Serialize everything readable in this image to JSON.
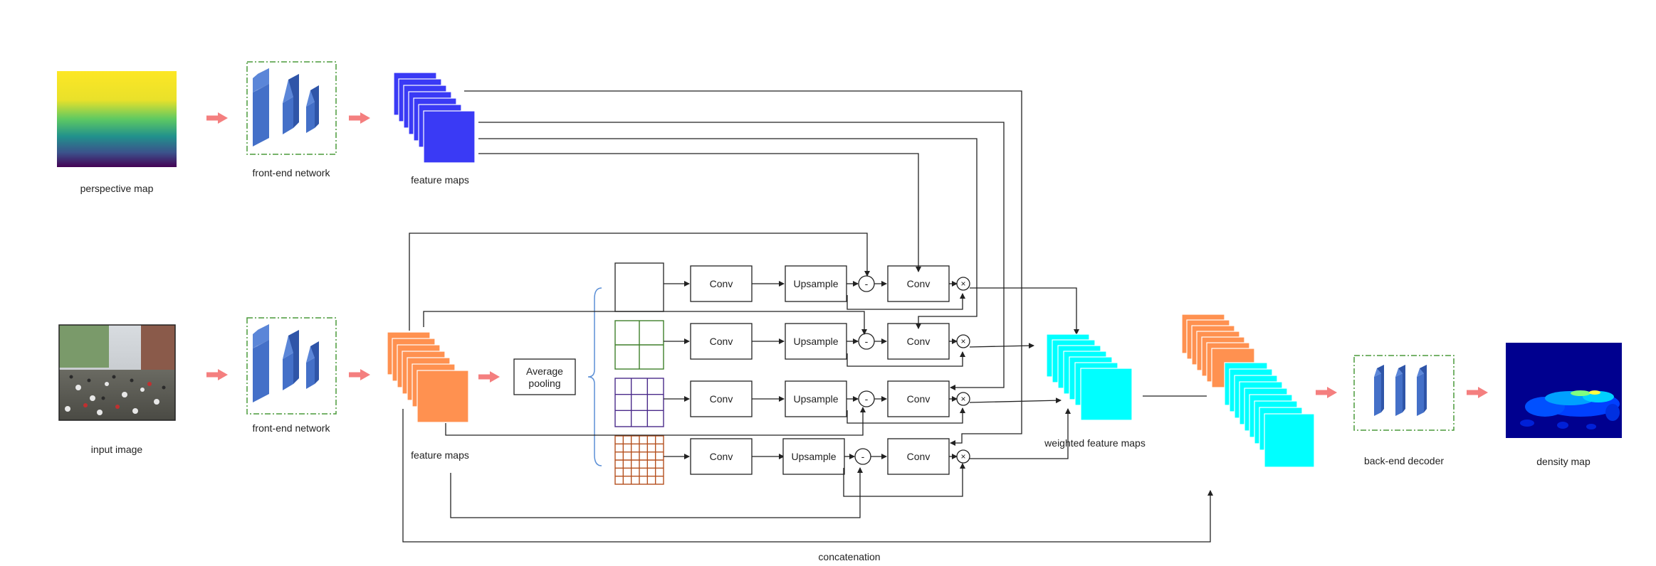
{
  "labels": {
    "perspective_map": "perspective map",
    "frontend_top": "front-end network",
    "feature_maps_top": "feature maps",
    "input_image": "input image",
    "frontend_bottom": "front-end network",
    "feature_maps_bottom": "feature maps",
    "avg_pooling_line1": "Average",
    "avg_pooling_line2": "pooling",
    "weighted_feature_maps": "weighted feature maps",
    "backend_decoder": "back-end decoder",
    "density_map": "density map",
    "concatenation": "concatenation"
  },
  "branches": [
    {
      "grid": 1,
      "grid_color": "#333333",
      "conv": "Conv",
      "upsample": "Upsample",
      "minus": "-",
      "conv2": "Conv",
      "times": "×"
    },
    {
      "grid": 2,
      "grid_color": "#3f7f2a",
      "conv": "Conv",
      "upsample": "Upsample",
      "minus": "-",
      "conv2": "Conv",
      "times": "×"
    },
    {
      "grid": 3,
      "grid_color": "#4a2a8a",
      "conv": "Conv",
      "upsample": "Upsample",
      "minus": "-",
      "conv2": "Conv",
      "times": "×"
    },
    {
      "grid": 6,
      "grid_color": "#b5501e",
      "conv": "Conv",
      "upsample": "Upsample",
      "minus": "-",
      "conv2": "Conv",
      "times": "×"
    }
  ],
  "colors": {
    "arrow": "#f47f7f",
    "blue_maps": "#3a3af5",
    "orange_maps": "#ff9150",
    "cyan_maps": "#00ffff",
    "network_blocks": "#4470c8",
    "network_frame": "#4a9a3a",
    "bracket": "#5b8fd6"
  }
}
